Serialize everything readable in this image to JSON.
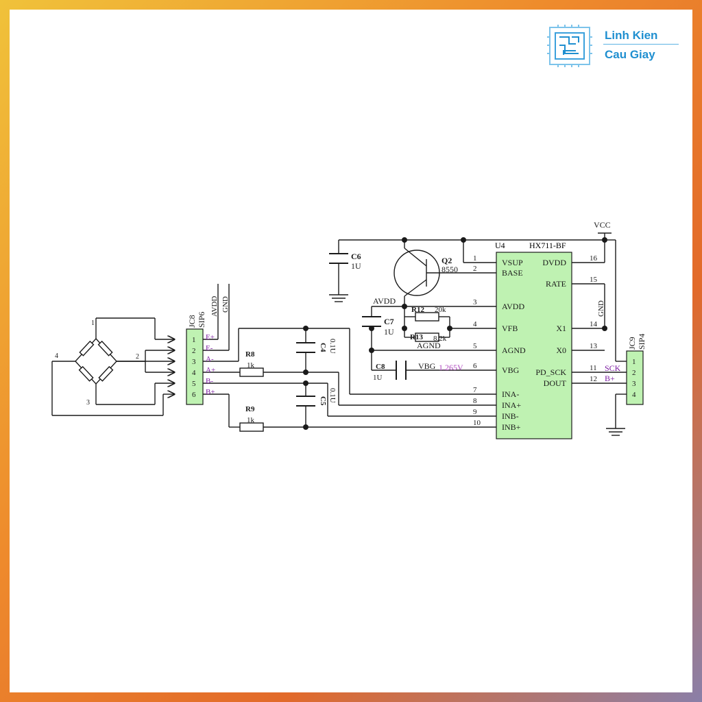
{
  "brand": {
    "line1": "Linh Kien",
    "line2": "Cau Giay",
    "logo_icon": "chip-icon"
  },
  "colors": {
    "wire": "#1a1a1a",
    "chip_fill": "#bff2b2",
    "pin_label": "#7a1aa0",
    "vbg_value": "#b04ac0",
    "logo_blue": "#1f8fd0"
  },
  "chip": {
    "ref": "U4",
    "part": "HX711-BF",
    "left_pins": [
      {
        "num": "1",
        "name": "VSUP"
      },
      {
        "num": "2",
        "name": "BASE"
      },
      {
        "num": "3",
        "name": "AVDD"
      },
      {
        "num": "4",
        "name": "VFB"
      },
      {
        "num": "5",
        "name": "AGND"
      },
      {
        "num": "6",
        "name": "VBG"
      },
      {
        "num": "7",
        "name": "INA-"
      },
      {
        "num": "8",
        "name": "INA+"
      },
      {
        "num": "9",
        "name": "INB-"
      },
      {
        "num": "10",
        "name": "INB+"
      }
    ],
    "right_pins": [
      {
        "num": "16",
        "name": "DVDD"
      },
      {
        "num": "15",
        "name": "RATE"
      },
      {
        "num": "14",
        "name": "X1"
      },
      {
        "num": "13",
        "name": "X0"
      },
      {
        "num": "11",
        "name": "PD_SCK"
      },
      {
        "num": "12",
        "name": "DOUT"
      }
    ]
  },
  "components": {
    "c6": {
      "ref": "C6",
      "value": "1U"
    },
    "c7": {
      "ref": "C7",
      "value": "1U"
    },
    "c8": {
      "ref": "C8",
      "value": "1U"
    },
    "c4": {
      "ref": "C4",
      "value": "0.1U"
    },
    "c5": {
      "ref": "C5",
      "value": "0.1U"
    },
    "q2": {
      "ref": "Q2",
      "value": "8550"
    },
    "r12": {
      "ref": "R12",
      "value": "20k"
    },
    "r13": {
      "ref": "R13",
      "value": "8.2k"
    },
    "r8": {
      "ref": "R8",
      "value": "1k"
    },
    "r9": {
      "ref": "R9",
      "value": "1k"
    }
  },
  "nets": {
    "vcc": "VCC",
    "avdd": "AVDD",
    "agnd": "AGND",
    "gnd": "GND",
    "vbg": "VBG",
    "vbg_value": "1.265V",
    "sck": "SCK",
    "bplus": "B+"
  },
  "jc8": {
    "ref": "JC8",
    "type": "SIP6",
    "pins": [
      "1",
      "2",
      "3",
      "4",
      "5",
      "6"
    ],
    "labels": [
      "E+",
      "E-",
      "A-",
      "A+",
      "B-",
      "B+"
    ],
    "top_nets": [
      "AVDD",
      "GND"
    ]
  },
  "jc9": {
    "ref": "JC9",
    "type": "SIP4",
    "pins": [
      "1",
      "2",
      "3",
      "4"
    ]
  },
  "bridge": {
    "nodes": [
      "1",
      "2",
      "3",
      "4"
    ]
  }
}
